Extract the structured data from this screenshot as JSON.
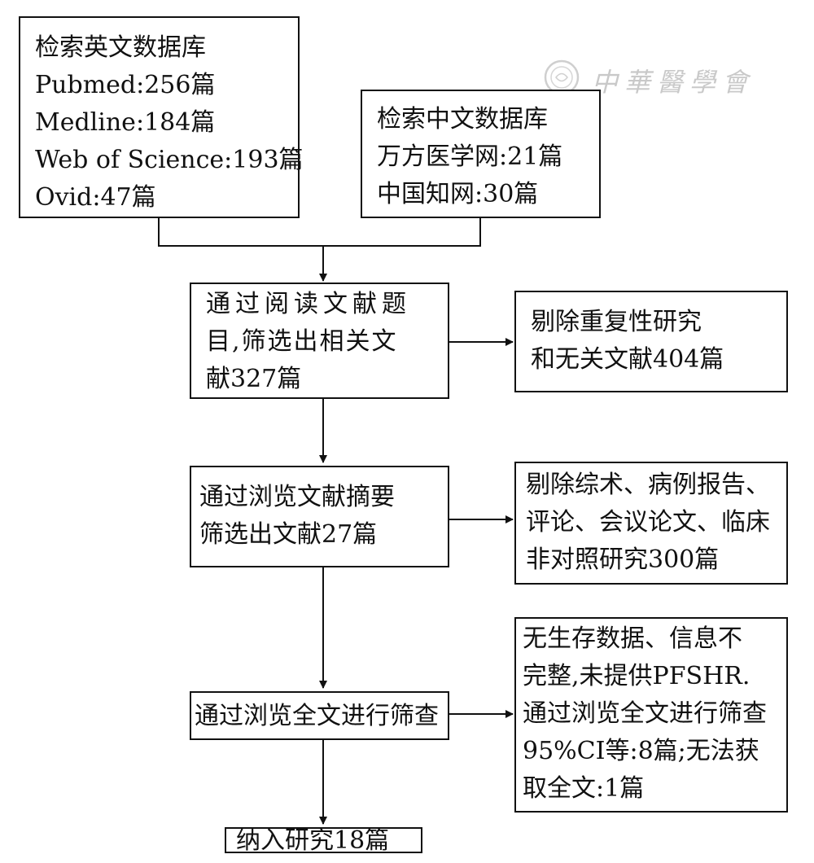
{
  "watermark": {
    "text": "中華醫學會"
  },
  "search_english": {
    "lines": [
      "检索英文数据库",
      "Pubmed:256篇",
      "Medline:184篇",
      "Web of Science:193篇",
      "Ovid:47篇"
    ]
  },
  "search_chinese": {
    "lines": [
      "检索中文数据库",
      "万方医学网:21篇",
      "中国知网:30篇"
    ]
  },
  "step_titles": {
    "lines": [
      "通过阅读文献题",
      "目,筛选出相关文",
      "献327篇"
    ]
  },
  "exclude_duplicates": {
    "lines": [
      "剔除重复性研究",
      "和无关文献404篇"
    ]
  },
  "step_abstracts": {
    "lines": [
      "通过浏览文献摘要",
      "筛选出文献27篇"
    ]
  },
  "exclude_reviews": {
    "lines": [
      "剔除综术、病例报告、",
      "评论、会议论文、临床",
      "非对照研究300篇"
    ]
  },
  "step_fulltext": {
    "lines": [
      "通过浏览全文进行筛查"
    ]
  },
  "exclude_fulltext": {
    "lines": [
      "无生存数据、信息不",
      "完整,未提供PFSHR.",
      "通过浏览全文进行筛查",
      "95%CI等:8篇;无法获",
      "取全文:1篇"
    ]
  },
  "included": {
    "lines": [
      "纳入研究18篇"
    ]
  }
}
